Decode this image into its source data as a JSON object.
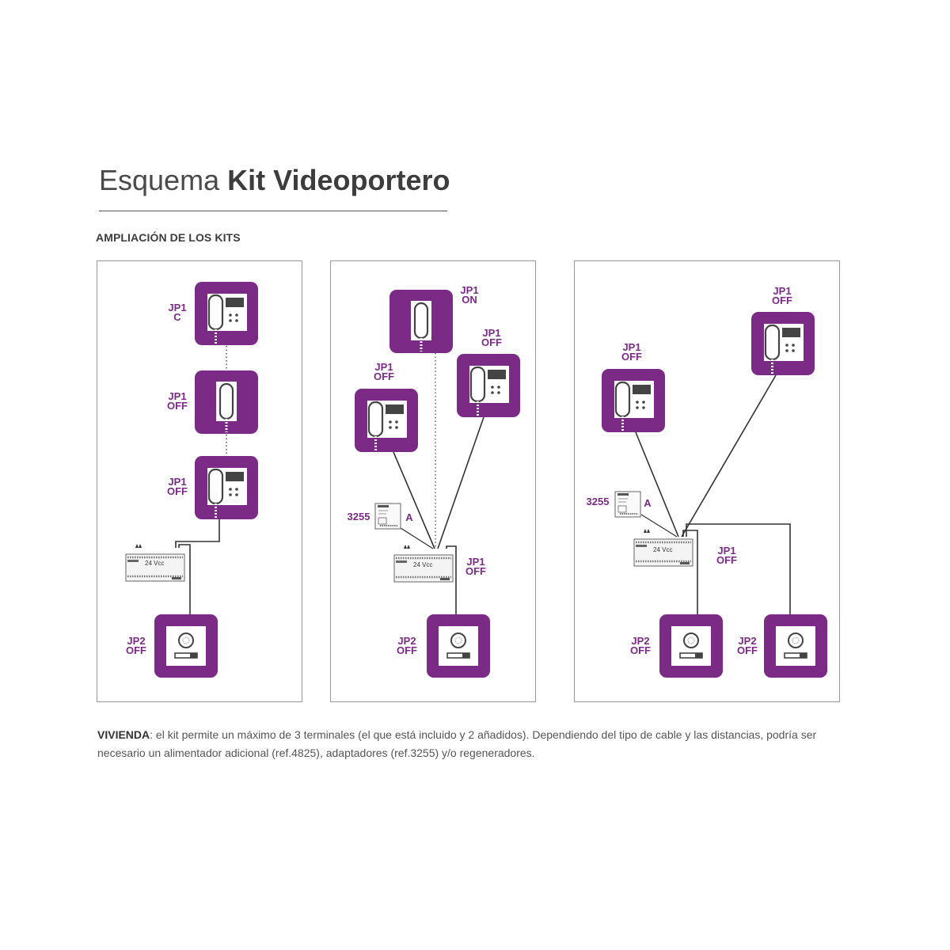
{
  "header": {
    "title_light": "Esquema",
    "title_bold": "Kit Videoportero",
    "subtitle": "AMPLIACIÓN DE LOS KITS"
  },
  "colors": {
    "accent": "#7b2a86",
    "panel_border": "#999999",
    "wire": "#333333"
  },
  "icons": [
    "video-monitor-icon",
    "audio-handset-icon",
    "door-panel-icon",
    "power-supply-icon",
    "adapter-icon"
  ],
  "panels": [
    {
      "labels": [
        {
          "a": "JP1",
          "b": "C"
        },
        {
          "a": "JP1",
          "b": "OFF"
        },
        {
          "a": "JP1",
          "b": "OFF"
        },
        {
          "a": "JP2",
          "b": "OFF"
        }
      ],
      "psu_text": "24 Vcc"
    },
    {
      "labels": [
        {
          "a": "JP1",
          "b": "ON"
        },
        {
          "a": "JP1",
          "b": "OFF"
        },
        {
          "a": "JP1",
          "b": "OFF"
        },
        {
          "a": "JP1",
          "b": "OFF"
        },
        {
          "a": "JP2",
          "b": "OFF"
        }
      ],
      "adapter_ref": "3255",
      "adapter_letter": "A",
      "psu_text": "24 Vcc"
    },
    {
      "labels": [
        {
          "a": "JP1",
          "b": "OFF"
        },
        {
          "a": "JP1",
          "b": "OFF"
        },
        {
          "a": "JP1",
          "b": "OFF"
        },
        {
          "a": "JP2",
          "b": "OFF"
        },
        {
          "a": "JP2",
          "b": "OFF"
        }
      ],
      "adapter_ref": "3255",
      "adapter_letter": "A",
      "psu_text": "24 Vcc"
    }
  ],
  "footnote": {
    "bold": "VIVIENDA",
    "text": ": el kit permite un máximo de 3 terminales (el que está incluido y 2 añadidos). Dependiendo del tipo de cable y las distancias, podría ser necesario un alimentador adicional (ref.4825), adaptadores (ref.3255) y/o regeneradores."
  }
}
